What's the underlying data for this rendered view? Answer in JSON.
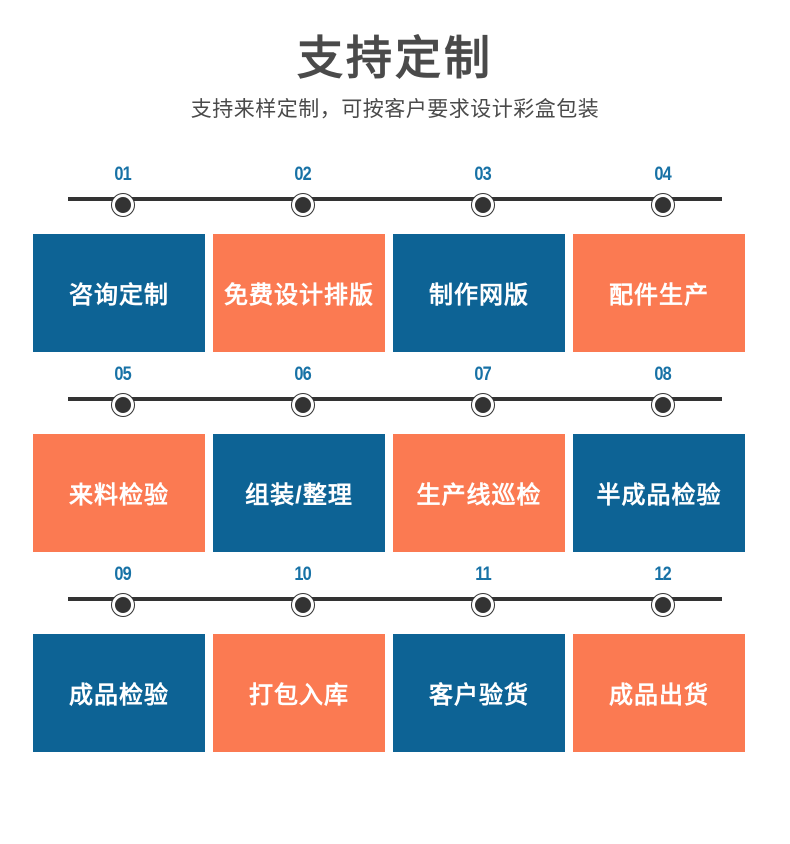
{
  "header": {
    "title": "支持定制",
    "subtitle": "支持来样定制，可按客户要求设计彩盒包装"
  },
  "colors": {
    "blue": "#0d6395",
    "orange": "#fb7a52",
    "number_blue": "#1872a6",
    "title_gray": "#4a4a4a",
    "line_dark": "#333333",
    "background": "#ffffff"
  },
  "flow": {
    "rows": [
      {
        "steps": [
          {
            "number": "01",
            "label": "咨询定制",
            "color": "blue"
          },
          {
            "number": "02",
            "label": "免费设计排版",
            "color": "orange"
          },
          {
            "number": "03",
            "label": "制作网版",
            "color": "blue"
          },
          {
            "number": "04",
            "label": "配件生产",
            "color": "orange"
          }
        ]
      },
      {
        "steps": [
          {
            "number": "05",
            "label": "来料检验",
            "color": "orange"
          },
          {
            "number": "06",
            "label": "组装/整理",
            "color": "blue"
          },
          {
            "number": "07",
            "label": "生产线巡检",
            "color": "orange"
          },
          {
            "number": "08",
            "label": "半成品检验",
            "color": "blue"
          }
        ]
      },
      {
        "steps": [
          {
            "number": "09",
            "label": "成品检验",
            "color": "blue"
          },
          {
            "number": "10",
            "label": "打包入库",
            "color": "orange"
          },
          {
            "number": "11",
            "label": "客户验货",
            "color": "blue"
          },
          {
            "number": "12",
            "label": "成品出货",
            "color": "orange"
          }
        ]
      }
    ]
  }
}
